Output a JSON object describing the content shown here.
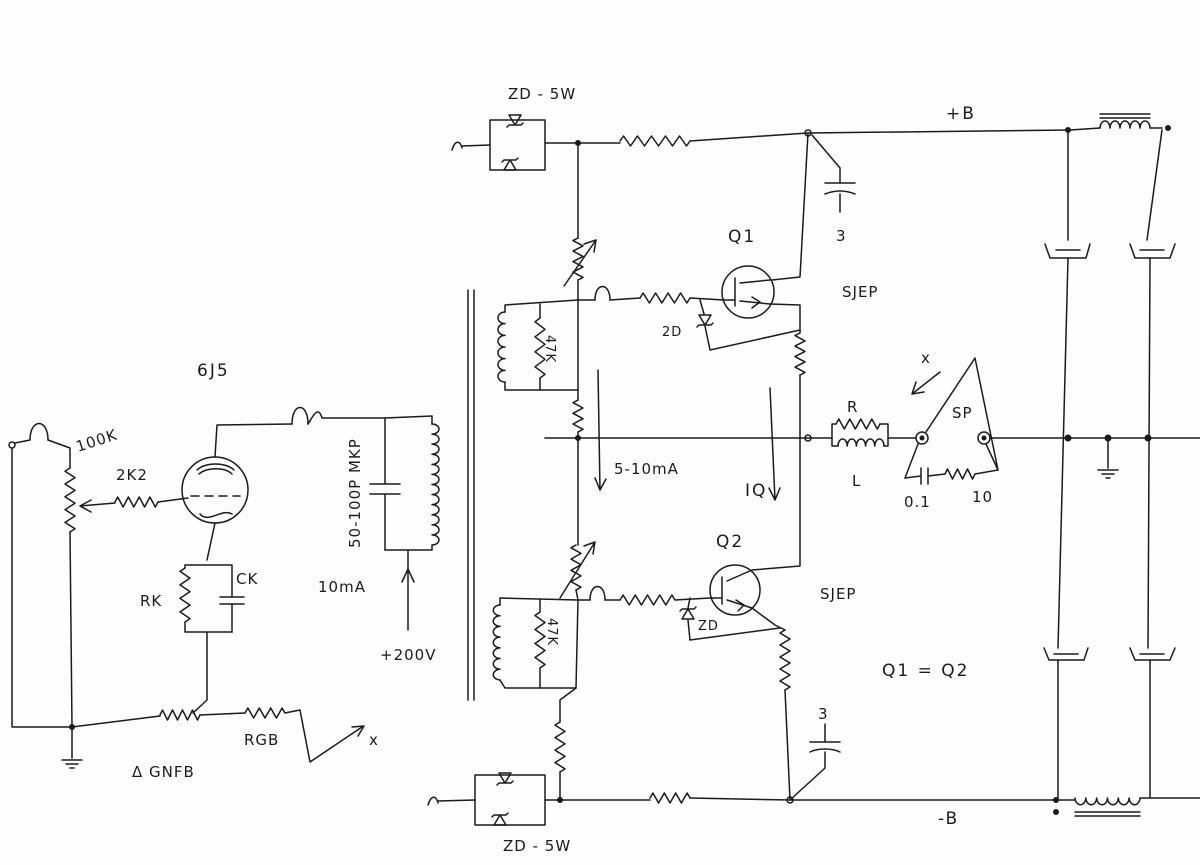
{
  "labels": {
    "zd_top": "ZD - 5W",
    "plus_b": "+B",
    "q1": "Q1",
    "sjep_q1": "SJEP",
    "zd_q1": "2D",
    "r47k_top": "47K",
    "tube": "6J5",
    "pot": "100K",
    "grid_res": "2K2",
    "cap_mkp": "50-100P MKP",
    "current_tube": "10mA",
    "hv": "+200V",
    "ck": "CK",
    "rk": "RK",
    "rfb": "RGB",
    "gnfb": "Δ GNFB",
    "x_left": "x",
    "iq_range": "5-10mA",
    "iq": "IQ",
    "r_zobel": "R",
    "l_zobel": "L",
    "c_zobel": "0.1",
    "r10": "10",
    "sp": "SP",
    "x_right": "x",
    "q2": "Q2",
    "sjep_q2": "SJEP",
    "zd_q2": "ZD",
    "r47k_bot": "47K",
    "q_equal": "Q1 = Q2",
    "cap_top": "3",
    "cap_bot": "3",
    "zd_bot": "ZD - 5W",
    "minus_b": "-B"
  }
}
